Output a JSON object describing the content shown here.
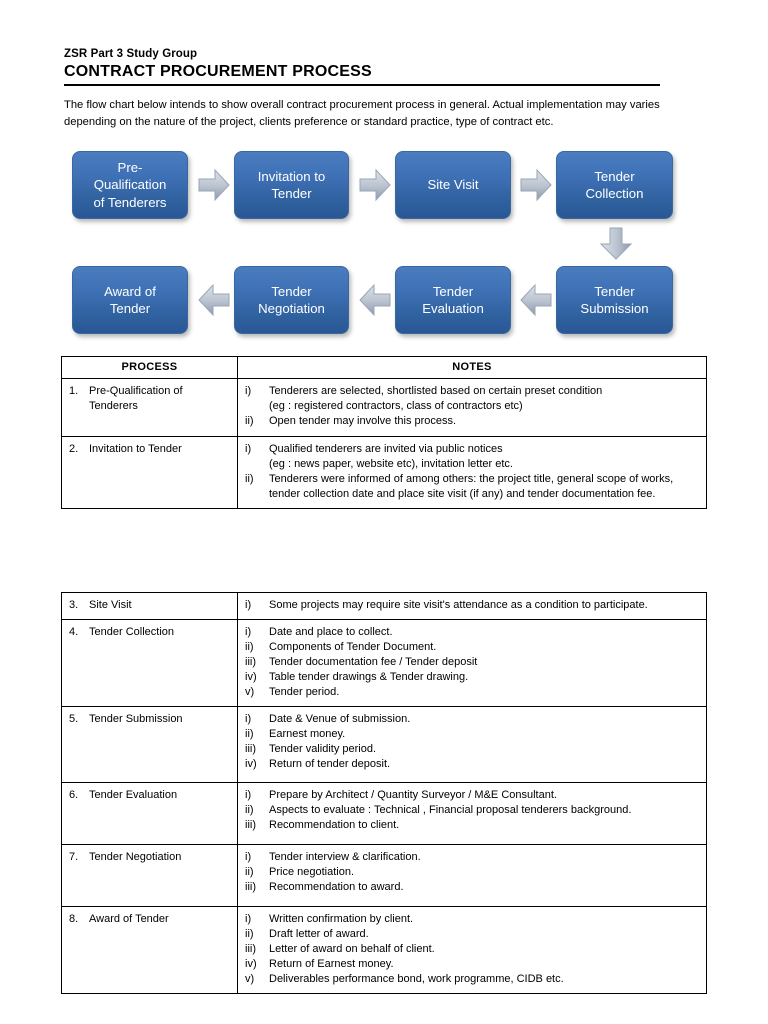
{
  "header": {
    "subtitle": "ZSR Part 3 Study Group",
    "title": "CONTRACT PROCUREMENT PROCESS",
    "intro": "The flow chart below intends to show overall contract procurement process in general.  Actual implementation may varies depending on the nature of the project, clients preference or standard practice, type of contract etc."
  },
  "colors": {
    "box_blue_top": "#4b7cc0",
    "box_blue_bottom": "#2a5795",
    "arrow_gray_light": "#d5dbe4",
    "arrow_gray_dark": "#8d99ac",
    "text_white": "#ffffff",
    "rule_black": "#000000"
  },
  "flowchart": {
    "row1": [
      {
        "id": "pre-qualification-of-tenderers",
        "label": "Pre-\nQualification\nof Tenderers"
      },
      {
        "id": "invitation-to-tender",
        "label": "Invitation to\nTender"
      },
      {
        "id": "site-visit",
        "label": "Site Visit"
      },
      {
        "id": "tender-collection",
        "label": "Tender\nCollection"
      }
    ],
    "row2": [
      {
        "id": "award-of-tender",
        "label": "Award of\nTender"
      },
      {
        "id": "tender-negotiation",
        "label": "Tender\nNegotiation"
      },
      {
        "id": "tender-evaluation",
        "label": "Tender\nEvaluation"
      },
      {
        "id": "tender-submission",
        "label": "Tender\nSubmission"
      }
    ],
    "connectors": [
      {
        "id": "arrow-right-1",
        "direction": "right"
      },
      {
        "id": "arrow-right-2",
        "direction": "right"
      },
      {
        "id": "arrow-right-3",
        "direction": "right"
      },
      {
        "id": "arrow-down-1",
        "direction": "down"
      },
      {
        "id": "arrow-left-1",
        "direction": "left"
      },
      {
        "id": "arrow-left-2",
        "direction": "left"
      },
      {
        "id": "arrow-left-3",
        "direction": "left"
      }
    ]
  },
  "table": {
    "headers": {
      "process": "PROCESS",
      "notes": "NOTES"
    },
    "rows_part1": [
      {
        "num": "1.",
        "process": "Pre-Qualification of Tenderers",
        "notes": [
          {
            "rn": "i)",
            "text": "Tenderers are selected, shortlisted based on certain preset condition",
            "sub": "(eg : registered contractors, class of contractors etc)"
          },
          {
            "rn": "ii)",
            "text": "Open tender may involve this process.",
            "sub": ""
          }
        ]
      },
      {
        "num": "2.",
        "process": "Invitation to Tender",
        "notes": [
          {
            "rn": "i)",
            "text": "Qualified tenderers are invited via public notices",
            "sub": "(eg : news paper, website etc), invitation letter etc."
          },
          {
            "rn": "ii)",
            "text": "Tenderers were informed of among others: the project title, general scope of works, tender collection date and place site visit (if any) and tender documentation fee.",
            "sub": ""
          }
        ]
      }
    ],
    "rows_part2": [
      {
        "num": "3.",
        "process": "Site Visit",
        "notes": [
          {
            "rn": "i)",
            "text": "Some projects may require site visit's attendance as a condition to participate.",
            "sub": ""
          }
        ]
      },
      {
        "num": "4.",
        "process": "Tender Collection",
        "notes": [
          {
            "rn": "i)",
            "text": "Date and place to collect.",
            "sub": ""
          },
          {
            "rn": "ii)",
            "text": "Components of Tender Document.",
            "sub": ""
          },
          {
            "rn": "iii)",
            "text": "Tender documentation fee / Tender deposit",
            "sub": ""
          },
          {
            "rn": "iv)",
            "text": "Table tender drawings & Tender drawing.",
            "sub": ""
          },
          {
            "rn": "v)",
            "text": "Tender period.",
            "sub": ""
          }
        ]
      },
      {
        "num": "5.",
        "process": "Tender Submission",
        "notes": [
          {
            "rn": "i)",
            "text": "Date & Venue of submission.",
            "sub": ""
          },
          {
            "rn": "ii)",
            "text": "Earnest money.",
            "sub": ""
          },
          {
            "rn": "iii)",
            "text": "Tender validity period.",
            "sub": ""
          },
          {
            "rn": "iv)",
            "text": "Return of tender deposit.",
            "sub": ""
          }
        ]
      },
      {
        "num": "6.",
        "process": "Tender Evaluation",
        "notes": [
          {
            "rn": "i)",
            "text": "Prepare by Architect / Quantity Surveyor / M&E Consultant.",
            "sub": ""
          },
          {
            "rn": "ii)",
            "text": "Aspects to evaluate : Technical , Financial proposal tenderers background.",
            "sub": ""
          },
          {
            "rn": "iii)",
            "text": "Recommendation to client.",
            "sub": ""
          }
        ]
      },
      {
        "num": "7.",
        "process": "Tender Negotiation",
        "notes": [
          {
            "rn": "i)",
            "text": "Tender interview & clarification.",
            "sub": ""
          },
          {
            "rn": "ii)",
            "text": "Price negotiation.",
            "sub": ""
          },
          {
            "rn": "iii)",
            "text": "Recommendation to award.",
            "sub": ""
          }
        ]
      },
      {
        "num": "8.",
        "process": "Award of Tender",
        "notes": [
          {
            "rn": "i)",
            "text": "Written confirmation by client.",
            "sub": ""
          },
          {
            "rn": "ii)",
            "text": "Draft letter of award.",
            "sub": ""
          },
          {
            "rn": "iii)",
            "text": "Letter of award on behalf of client.",
            "sub": ""
          },
          {
            "rn": "iv)",
            "text": "Return of Earnest money.",
            "sub": ""
          },
          {
            "rn": "v)",
            "text": "Deliverables performance bond, work programme, CIDB etc.",
            "sub": ""
          }
        ]
      }
    ]
  }
}
